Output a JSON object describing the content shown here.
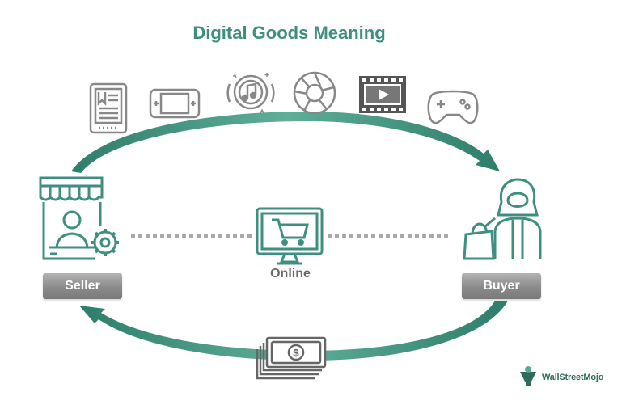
{
  "title": "Digital Goods Meaning",
  "seller_label": "Seller",
  "buyer_label": "Buyer",
  "online_label": "Online",
  "brand": "WallStreetMojo",
  "colors": {
    "teal": "#3f8f80",
    "gray": "#8a8a8a",
    "icon_gray": "#888888"
  },
  "top_icons": [
    "ebook-icon",
    "handheld-console-icon",
    "music-icon",
    "camera-aperture-icon",
    "video-film-icon",
    "gamepad-icon"
  ],
  "bottom_icons": [
    "money-stack-icon"
  ]
}
